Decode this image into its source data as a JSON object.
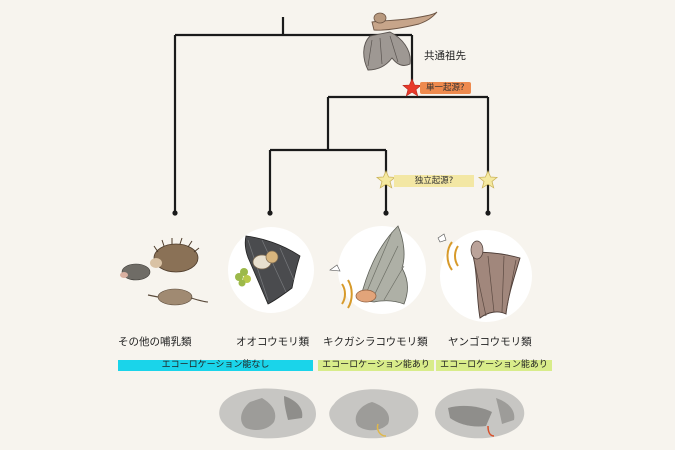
{
  "ancestor": {
    "label": "共通祖先"
  },
  "markers": {
    "single_origin": "単一起源?",
    "independent_origin": "独立起源?"
  },
  "groups": [
    {
      "label": "その他の哺乳類",
      "echolocation": "エコーロケーション能なし"
    },
    {
      "label": "オオコウモリ類"
    },
    {
      "label": "キクガシラコウモリ類",
      "echolocation": "エコーロケーション能あり"
    },
    {
      "label": "ヤンゴコウモリ類",
      "echolocation": "エコーロケーション能あり"
    }
  ],
  "colors": {
    "no_echolocation_bar": "#1ad4ea",
    "echolocation_bar": "#d8ec8a",
    "single_origin_tag": "#ee8a4e",
    "independent_origin_tag": "#f3e7a4",
    "star_red": "#e8392a",
    "star_yellow": "#f5e9a0",
    "tree_line": "#1a1a1a"
  },
  "icons": {
    "ancestor": "ancestral-bat-illustration",
    "others": "shrew-mole-hedgehog-illustration",
    "fruit_bat": "fruit-bat-illustration",
    "horseshoe_bat": "horseshoe-bat-illustration",
    "yango_bat": "vesper-bat-illustration",
    "skulls": "skull-ct-scan-illustration"
  }
}
